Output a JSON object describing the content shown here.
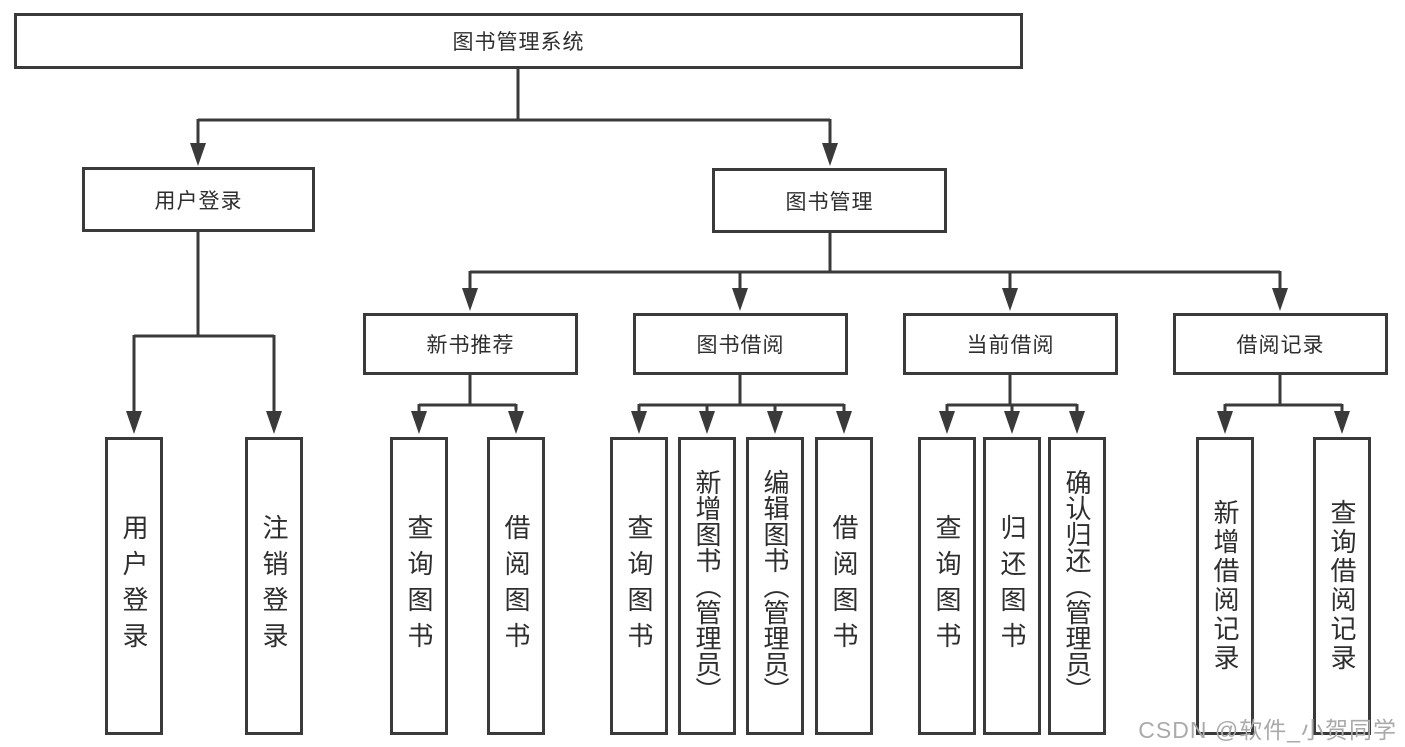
{
  "diagram": {
    "type": "hierarchy-tree",
    "root_label": "图书管理系统"
  },
  "tree": {
    "label": "图书管理系统",
    "children": [
      {
        "label": "用户登录",
        "children": [
          {
            "label": "用户登录"
          },
          {
            "label": "注销登录"
          }
        ]
      },
      {
        "label": "图书管理",
        "children": [
          {
            "label": "新书推荐",
            "children": [
              {
                "label": "查询图书"
              },
              {
                "label": "借阅图书"
              }
            ]
          },
          {
            "label": "图书借阅",
            "children": [
              {
                "label": "查询图书"
              },
              {
                "label": "新增图书（管理员）"
              },
              {
                "label": "编辑图书（管理员）"
              },
              {
                "label": "借阅图书"
              }
            ]
          },
          {
            "label": "当前借阅",
            "children": [
              {
                "label": "查询图书"
              },
              {
                "label": "归还图书"
              },
              {
                "label": "确认归还（管理员）"
              }
            ]
          },
          {
            "label": "借阅记录",
            "children": [
              {
                "label": "新增借阅记录"
              },
              {
                "label": "查询借阅记录"
              }
            ]
          }
        ]
      }
    ]
  },
  "watermark": {
    "text": "CSDN @软件_小贺同学",
    "color": "#aaaaaa"
  },
  "colors": {
    "line": "#3a3a3a",
    "box_border": "#3a3a3a",
    "box_fill": "#ffffff",
    "text": "#2e2e2e"
  }
}
